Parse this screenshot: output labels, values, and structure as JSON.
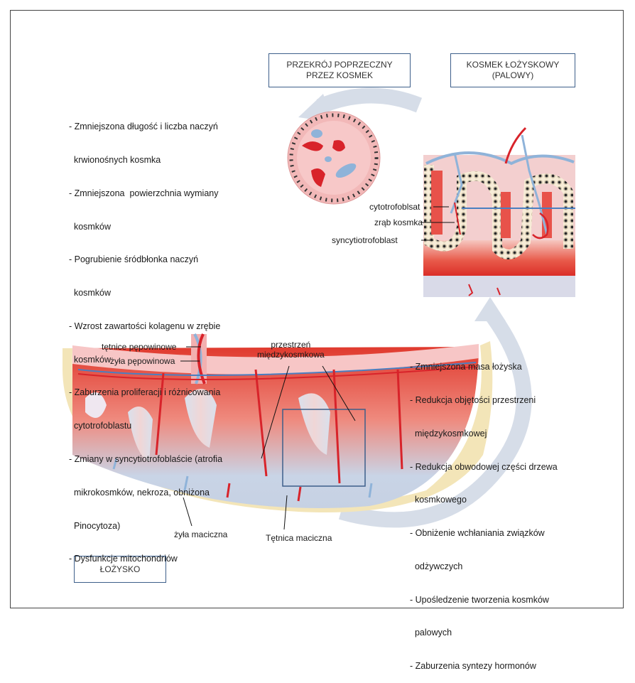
{
  "boxes": {
    "cross_section": "PRZEKRÓJ POPRZECZNY\nPRZEZ KOSMEK",
    "villus": "KOSMEK ŁOŻYSKOWY\n(PALOWY)",
    "placenta": "ŁOŻYSKO"
  },
  "left_list": [
    "- Zmniejszona długość i liczba naczyń",
    "  krwionośnych kosmka",
    "- Zmniejszona  powierzchnia wymiany",
    "  kosmków",
    "- Pogrubienie śródbłonka naczyń",
    "  kosmków",
    "- Wzrost zawartości kolagenu w zrębie",
    "  kosmków",
    "- Zaburzenia proliferacji i różnicowania",
    "  cytotrofoblastu",
    "- Zmiany w syncytiotrofoblaście (atrofia",
    "  mikrokosmków, nekroza, obniżona",
    "  Pinocytoza)",
    "- Dysfunkcje mitochondriów"
  ],
  "right_list": [
    "- Zmniejszona masa łożyska",
    "- Redukcja objętości przestrzeni",
    "  międzykosmkowej",
    "- Redukcja obwodowej części drzewa",
    "  kosmkowego",
    "- Obniżenie wchłaniania związków",
    "  odżywczych",
    "- Upośledzenie tworzenia kosmków",
    "  palowych",
    "- Zaburzenia syntezy hormonów"
  ],
  "labels": {
    "cytotrofoblast": "cytotrofoblsat",
    "zrab": "zrąb kosmka",
    "syncytio": "syncytiotrofoblast",
    "tetnice_pepowinowe": "tętnice pępowinowe",
    "zyla_pepowinowa": "żyła pępowinowa",
    "przestrzen": "przestrzeń\nmiędzykosmkowa",
    "zyla_maciczna": "żyła maciczna",
    "tetnica_maciczna": "Tętnica maciczna"
  },
  "colors": {
    "artery_red": "#d8232a",
    "vein_blue": "#8fb3d9",
    "tissue_pink": "#f2b8b8",
    "decidua_cream": "#f3e5b8",
    "box_border": "#3d5f8a",
    "arrow_grey": "#d6dde8"
  }
}
